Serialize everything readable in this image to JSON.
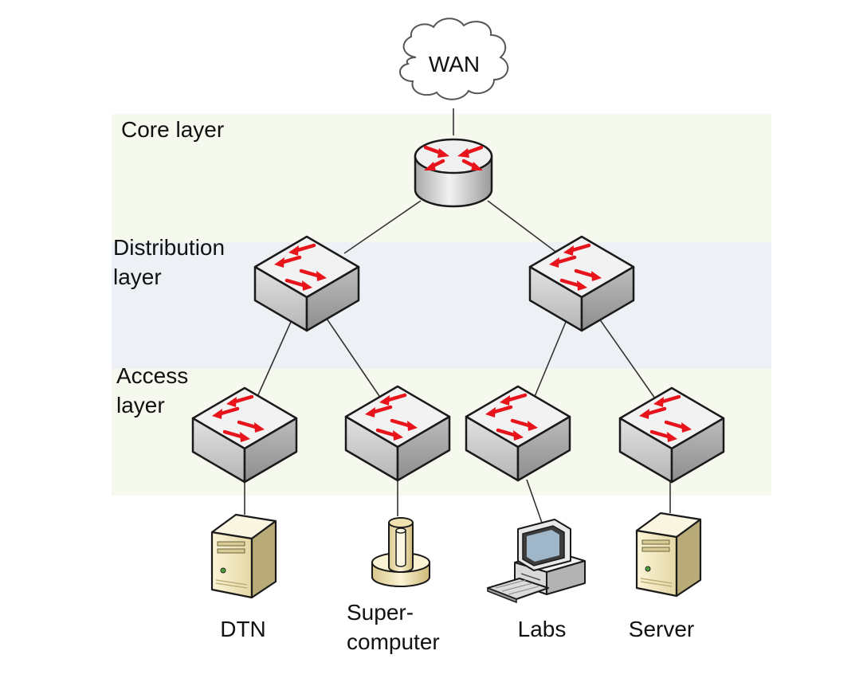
{
  "wan": {
    "label": "WAN"
  },
  "layers": [
    {
      "id": "core",
      "lines": [
        "Core layer"
      ],
      "color": "#f6f9ee"
    },
    {
      "id": "distribution",
      "lines": [
        "Distribution",
        "layer"
      ],
      "color": "#edf1f5"
    },
    {
      "id": "access",
      "lines": [
        "Access",
        "layer"
      ],
      "color": "#f6f9ee"
    }
  ],
  "endpoints": [
    {
      "id": "dtn",
      "lines": [
        "DTN"
      ]
    },
    {
      "id": "supercomputer",
      "lines": [
        "Super-",
        "computer"
      ]
    },
    {
      "id": "labs",
      "lines": [
        "Labs"
      ]
    },
    {
      "id": "server",
      "lines": [
        "Server"
      ]
    }
  ],
  "colors": {
    "arrow": "#e8141b",
    "device_gray": "#c9c9c9",
    "outline": "#1a1a1a",
    "link": "#333333",
    "server_body": "#f1e7bf"
  }
}
